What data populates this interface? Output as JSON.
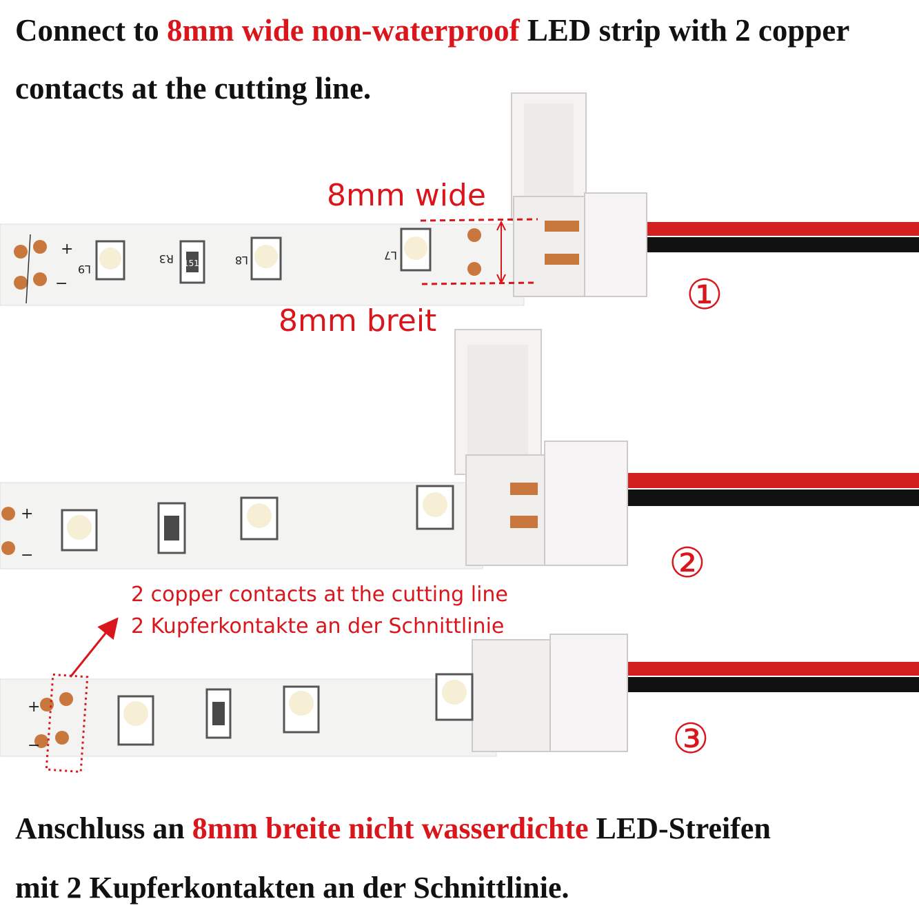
{
  "top_text": {
    "line1_prefix": "Connect to ",
    "line1_highlight": "8mm wide non-waterproof",
    "line1_suffix": " LED strip with 2 copper",
    "line2": "contacts at the cutting line."
  },
  "measure": {
    "label_en": "8mm wide",
    "label_de": "8mm breit"
  },
  "steps": [
    "①",
    "②",
    "③"
  ],
  "note": {
    "line_en": "2 copper contacts at the cutting line",
    "line_de": "2 Kupferkontakte an der Schnittlinie"
  },
  "bottom_text": {
    "line1_prefix": "Anschluss an ",
    "line1_highlight": "8mm breite nicht wasserdichte",
    "line1_suffix": " LED-Streifen",
    "line2": "mit 2 Kupferkontakten an der Schnittlinie."
  },
  "strip_labels": {
    "plus": "+",
    "minus": "−",
    "led_l9": "L9",
    "led_l8": "L8",
    "led_l7": "L7",
    "resistor_id": "R3",
    "resistor_value": "151"
  },
  "colors": {
    "accent_red": "#d9161c",
    "wire_red": "#d21f1f",
    "wire_black": "#111111",
    "copper": "#c8783c"
  }
}
